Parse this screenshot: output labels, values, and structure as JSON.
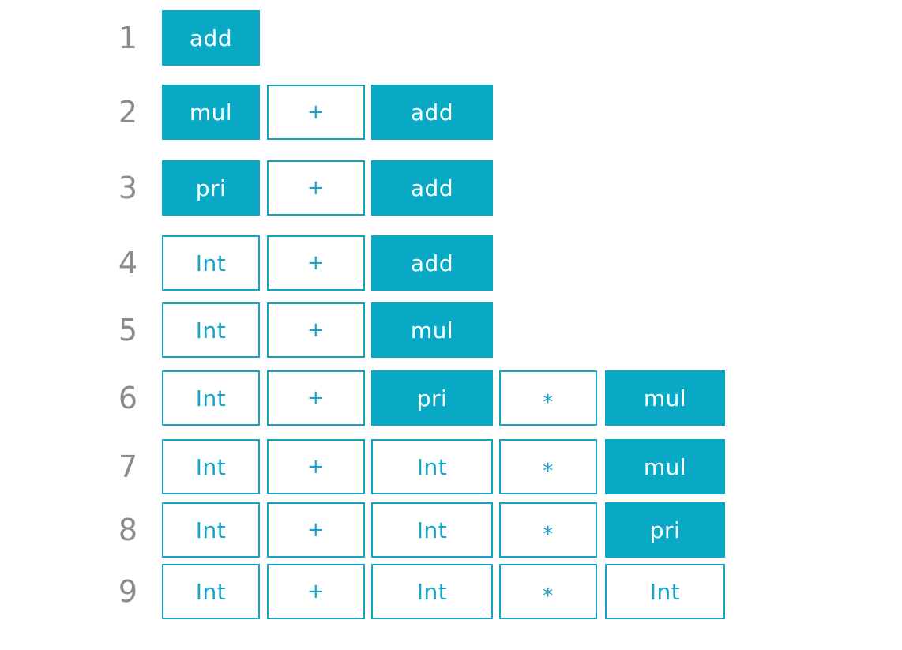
{
  "colors": {
    "background": "#ffffff",
    "teal_fill": "#09a9c6",
    "teal_line": "#17a3c6",
    "text_on_fill": "#ffffff",
    "row_number_gray": "#8b8b8b"
  },
  "diagram": {
    "rows": [
      {
        "num": "1",
        "cells": [
          {
            "text": "add",
            "variant": "filled"
          }
        ]
      },
      {
        "num": "2",
        "cells": [
          {
            "text": "mul",
            "variant": "filled"
          },
          {
            "text": "+",
            "variant": "outline"
          },
          {
            "text": "add",
            "variant": "filled"
          }
        ]
      },
      {
        "num": "3",
        "cells": [
          {
            "text": "pri",
            "variant": "filled"
          },
          {
            "text": "+",
            "variant": "outline"
          },
          {
            "text": "add",
            "variant": "filled"
          }
        ]
      },
      {
        "num": "4",
        "cells": [
          {
            "text": "Int",
            "variant": "outline"
          },
          {
            "text": "+",
            "variant": "outline"
          },
          {
            "text": "add",
            "variant": "filled"
          }
        ]
      },
      {
        "num": "5",
        "cells": [
          {
            "text": "Int",
            "variant": "outline"
          },
          {
            "text": "+",
            "variant": "outline"
          },
          {
            "text": "mul",
            "variant": "filled"
          }
        ]
      },
      {
        "num": "6",
        "cells": [
          {
            "text": "Int",
            "variant": "outline"
          },
          {
            "text": "+",
            "variant": "outline"
          },
          {
            "text": "pri",
            "variant": "filled"
          },
          {
            "text": "*",
            "variant": "outline"
          },
          {
            "text": "mul",
            "variant": "filled"
          }
        ]
      },
      {
        "num": "7",
        "cells": [
          {
            "text": "Int",
            "variant": "outline"
          },
          {
            "text": "+",
            "variant": "outline"
          },
          {
            "text": "Int",
            "variant": "outline"
          },
          {
            "text": "*",
            "variant": "outline"
          },
          {
            "text": "mul",
            "variant": "filled"
          }
        ]
      },
      {
        "num": "8",
        "cells": [
          {
            "text": "Int",
            "variant": "outline"
          },
          {
            "text": "+",
            "variant": "outline"
          },
          {
            "text": "Int",
            "variant": "outline"
          },
          {
            "text": "*",
            "variant": "outline"
          },
          {
            "text": "pri",
            "variant": "filled"
          }
        ]
      },
      {
        "num": "9",
        "cells": [
          {
            "text": "Int",
            "variant": "outline"
          },
          {
            "text": "+",
            "variant": "outline"
          },
          {
            "text": "Int",
            "variant": "outline"
          },
          {
            "text": "*",
            "variant": "outline"
          },
          {
            "text": "Int",
            "variant": "outline"
          }
        ]
      }
    ]
  }
}
